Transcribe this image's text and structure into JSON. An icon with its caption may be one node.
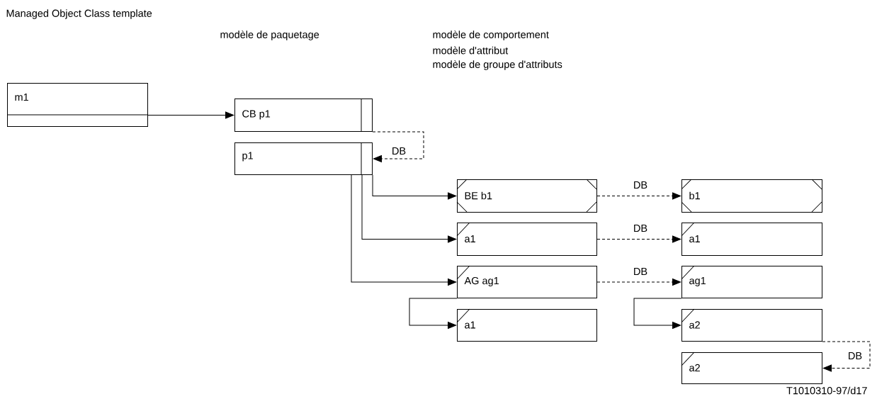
{
  "diagram": {
    "nodes": [
      {
        "text": [
          "m1"
        ]
      },
      {
        "text": [
          "CB p1"
        ]
      },
      {
        "text": [
          "p1"
        ]
      },
      {
        "text": [
          "BE b1"
        ]
      },
      {
        "text": [
          "b1"
        ]
      },
      {
        "text": [
          "a1"
        ]
      },
      {
        "text": [
          "a1"
        ]
      },
      {
        "text": [
          "AG ag1"
        ]
      },
      {
        "text": [
          "ag1"
        ]
      },
      {
        "text": [
          "a1"
        ]
      },
      {
        "text": [
          "a2"
        ]
      },
      {
        "text": [
          "a2"
        ]
      }
    ],
    "edges": [
      {
        "from": 0,
        "to": 1,
        "arrow": "to"
      },
      {
        "from": 1,
        "to": 2,
        "arrow": "to",
        "label": "DB",
        "style": "dashed"
      },
      {
        "from": 2,
        "to": 3,
        "arrow": "to"
      },
      {
        "from": 2,
        "to": 5,
        "arrow": "to"
      },
      {
        "from": 2,
        "to": 7,
        "arrow": "to"
      },
      {
        "from": 3,
        "to": 4,
        "arrow": "to",
        "label": "DB",
        "style": "dashed"
      },
      {
        "from": 5,
        "to": 6,
        "arrow": "to",
        "label": "DB",
        "style": "dashed"
      },
      {
        "from": 7,
        "to": 8,
        "arrow": "to",
        "label": "DB",
        "style": "dashed"
      },
      {
        "from": 7,
        "to": 9,
        "arrow": "to"
      },
      {
        "from": 8,
        "to": 10,
        "arrow": "to"
      },
      {
        "from": 10,
        "to": 11,
        "arrow": "to",
        "label": "DB",
        "style": "dashed"
      }
    ],
    "labels": [
      "Managed Object Class template",
      "modèle de paquetage",
      "modèle de comportement",
      "modèle d'attribut",
      "modèle de groupe d'attributs",
      "T1010310-97/d17"
    ]
  }
}
